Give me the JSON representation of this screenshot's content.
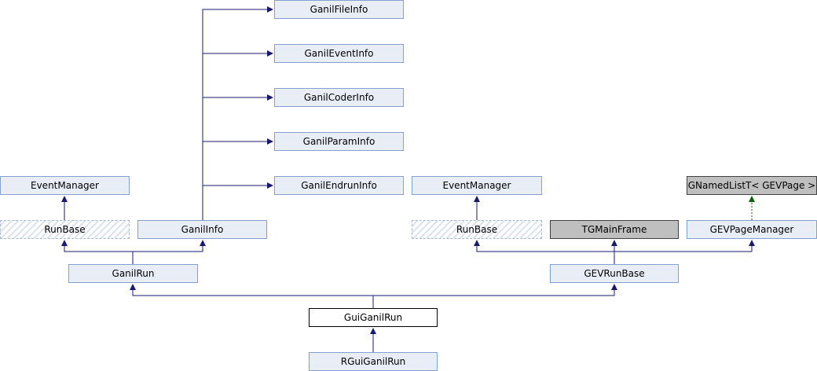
{
  "colors": {
    "edge": "#191970",
    "dependency_edge": "#006400",
    "node_fill": "#e8edf6",
    "node_border": "#84a0d0",
    "gray_fill": "#bfbfbf",
    "current_fill": "#ffffff"
  },
  "nodes": {
    "ganil_file_info": "GanilFileInfo",
    "ganil_event_info": "GanilEventInfo",
    "ganil_coder_info": "GanilCoderInfo",
    "ganil_param_info": "GanilParamInfo",
    "ganil_endrun_info": "GanilEndrunInfo",
    "event_manager_left": "EventManager",
    "run_base_left": "RunBase",
    "ganil_info": "GanilInfo",
    "ganil_run": "GanilRun",
    "event_manager_right": "EventManager",
    "run_base_right": "RunBase",
    "tg_main_frame": "TGMainFrame",
    "gnamed_list": "GNamedListT< GEVPage >",
    "gev_page_manager": "GEVPageManager",
    "gev_run_base": "GEVRunBase",
    "gui_ganil_run": "GuiGanilRun",
    "rgui_ganil_run": "RGuiGanilRun"
  }
}
